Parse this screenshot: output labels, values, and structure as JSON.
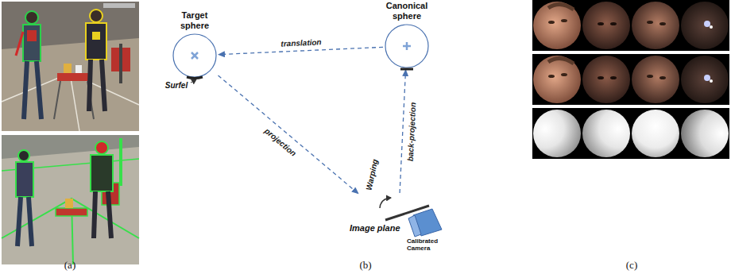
{
  "diagram": {
    "nodes": [
      {
        "text": [
          "Target sphere"
        ]
      },
      {
        "text": [
          "Canonical sphere"
        ]
      },
      {
        "text": [
          "Image plane",
          "Calibrated Camera"
        ]
      }
    ],
    "edges": [
      {
        "from": 1,
        "to": 0,
        "label": "translation",
        "arrow": "to"
      },
      {
        "from": 0,
        "to": 2,
        "label": "projection",
        "arrow": "to"
      },
      {
        "from": 2,
        "to": 1,
        "label": "back-projection",
        "arrow": "to"
      }
    ],
    "labels": [
      "(a)",
      "Surfel",
      "Warping",
      "(b)",
      "(c)"
    ]
  }
}
